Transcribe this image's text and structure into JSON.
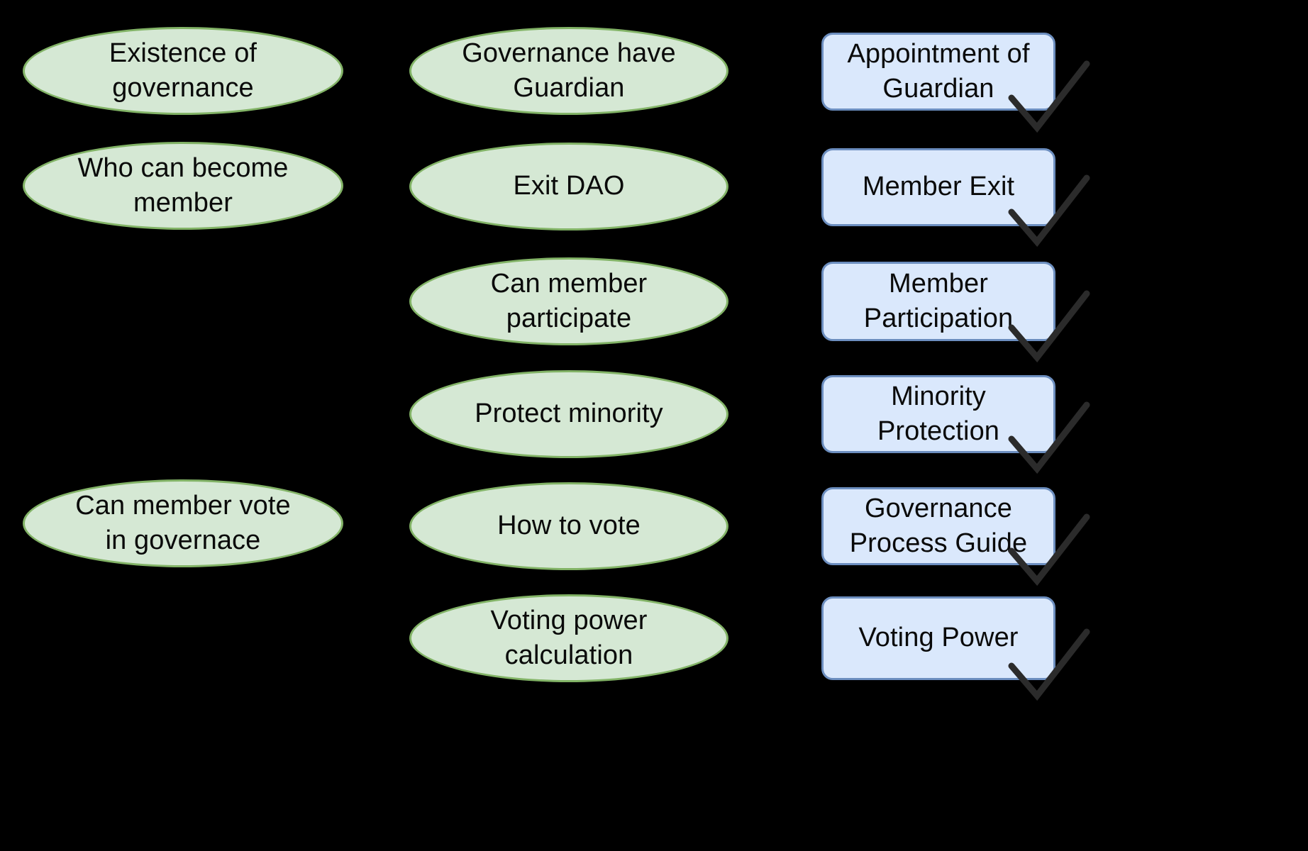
{
  "diagram": {
    "type": "three-column grouping diagram",
    "background_color": "#000000",
    "palette": {
      "ellipse_fill": "#d5e8d4",
      "ellipse_border": "#82b366",
      "rect_fill": "#dae8fc",
      "rect_border": "#6c8ebf",
      "check_color": "#2b2b2b",
      "text_color": "#0a0a0a"
    },
    "columns": {
      "left": {
        "name": "governance-questions-left",
        "nodes": [
          {
            "id": "existence-of-governance",
            "label": "Existence of\ngovernance",
            "shape": "ellipse"
          },
          {
            "id": "who-can-become-member",
            "label": "Who can become\nmember",
            "shape": "ellipse"
          },
          {
            "id": "can-member-vote-in-governace",
            "label": "Can member vote\nin governace",
            "shape": "ellipse"
          }
        ]
      },
      "middle": {
        "name": "governance-questions-middle",
        "nodes": [
          {
            "id": "governance-have-guardian",
            "label": "Governance have\nGuardian",
            "shape": "ellipse"
          },
          {
            "id": "exit-dao",
            "label": "Exit DAO",
            "shape": "ellipse"
          },
          {
            "id": "can-member-participate",
            "label": "Can member\nparticipate",
            "shape": "ellipse"
          },
          {
            "id": "protect-minority",
            "label": "Protect minority",
            "shape": "ellipse"
          },
          {
            "id": "how-to-vote",
            "label": "How to vote",
            "shape": "ellipse"
          },
          {
            "id": "voting-power-calculation",
            "label": "Voting power\ncalculation",
            "shape": "ellipse"
          }
        ]
      },
      "right": {
        "name": "governance-outcomes-right",
        "nodes": [
          {
            "id": "appointment-of-guardian",
            "label": "Appointment of\nGuardian",
            "shape": "rounded-rect",
            "checked": true
          },
          {
            "id": "member-exit",
            "label": "Member Exit",
            "shape": "rounded-rect",
            "checked": true
          },
          {
            "id": "member-participation",
            "label": "Member\nParticipation",
            "shape": "rounded-rect",
            "checked": true
          },
          {
            "id": "minority-protection",
            "label": "Minority\nProtection",
            "shape": "rounded-rect",
            "checked": true
          },
          {
            "id": "governance-process-guide",
            "label": "Governance\nProcess Guide",
            "shape": "rounded-rect",
            "checked": true
          },
          {
            "id": "voting-power",
            "label": "Voting Power",
            "shape": "rounded-rect",
            "checked": true
          }
        ]
      }
    },
    "icons": {
      "check": "check-mark-icon"
    }
  }
}
